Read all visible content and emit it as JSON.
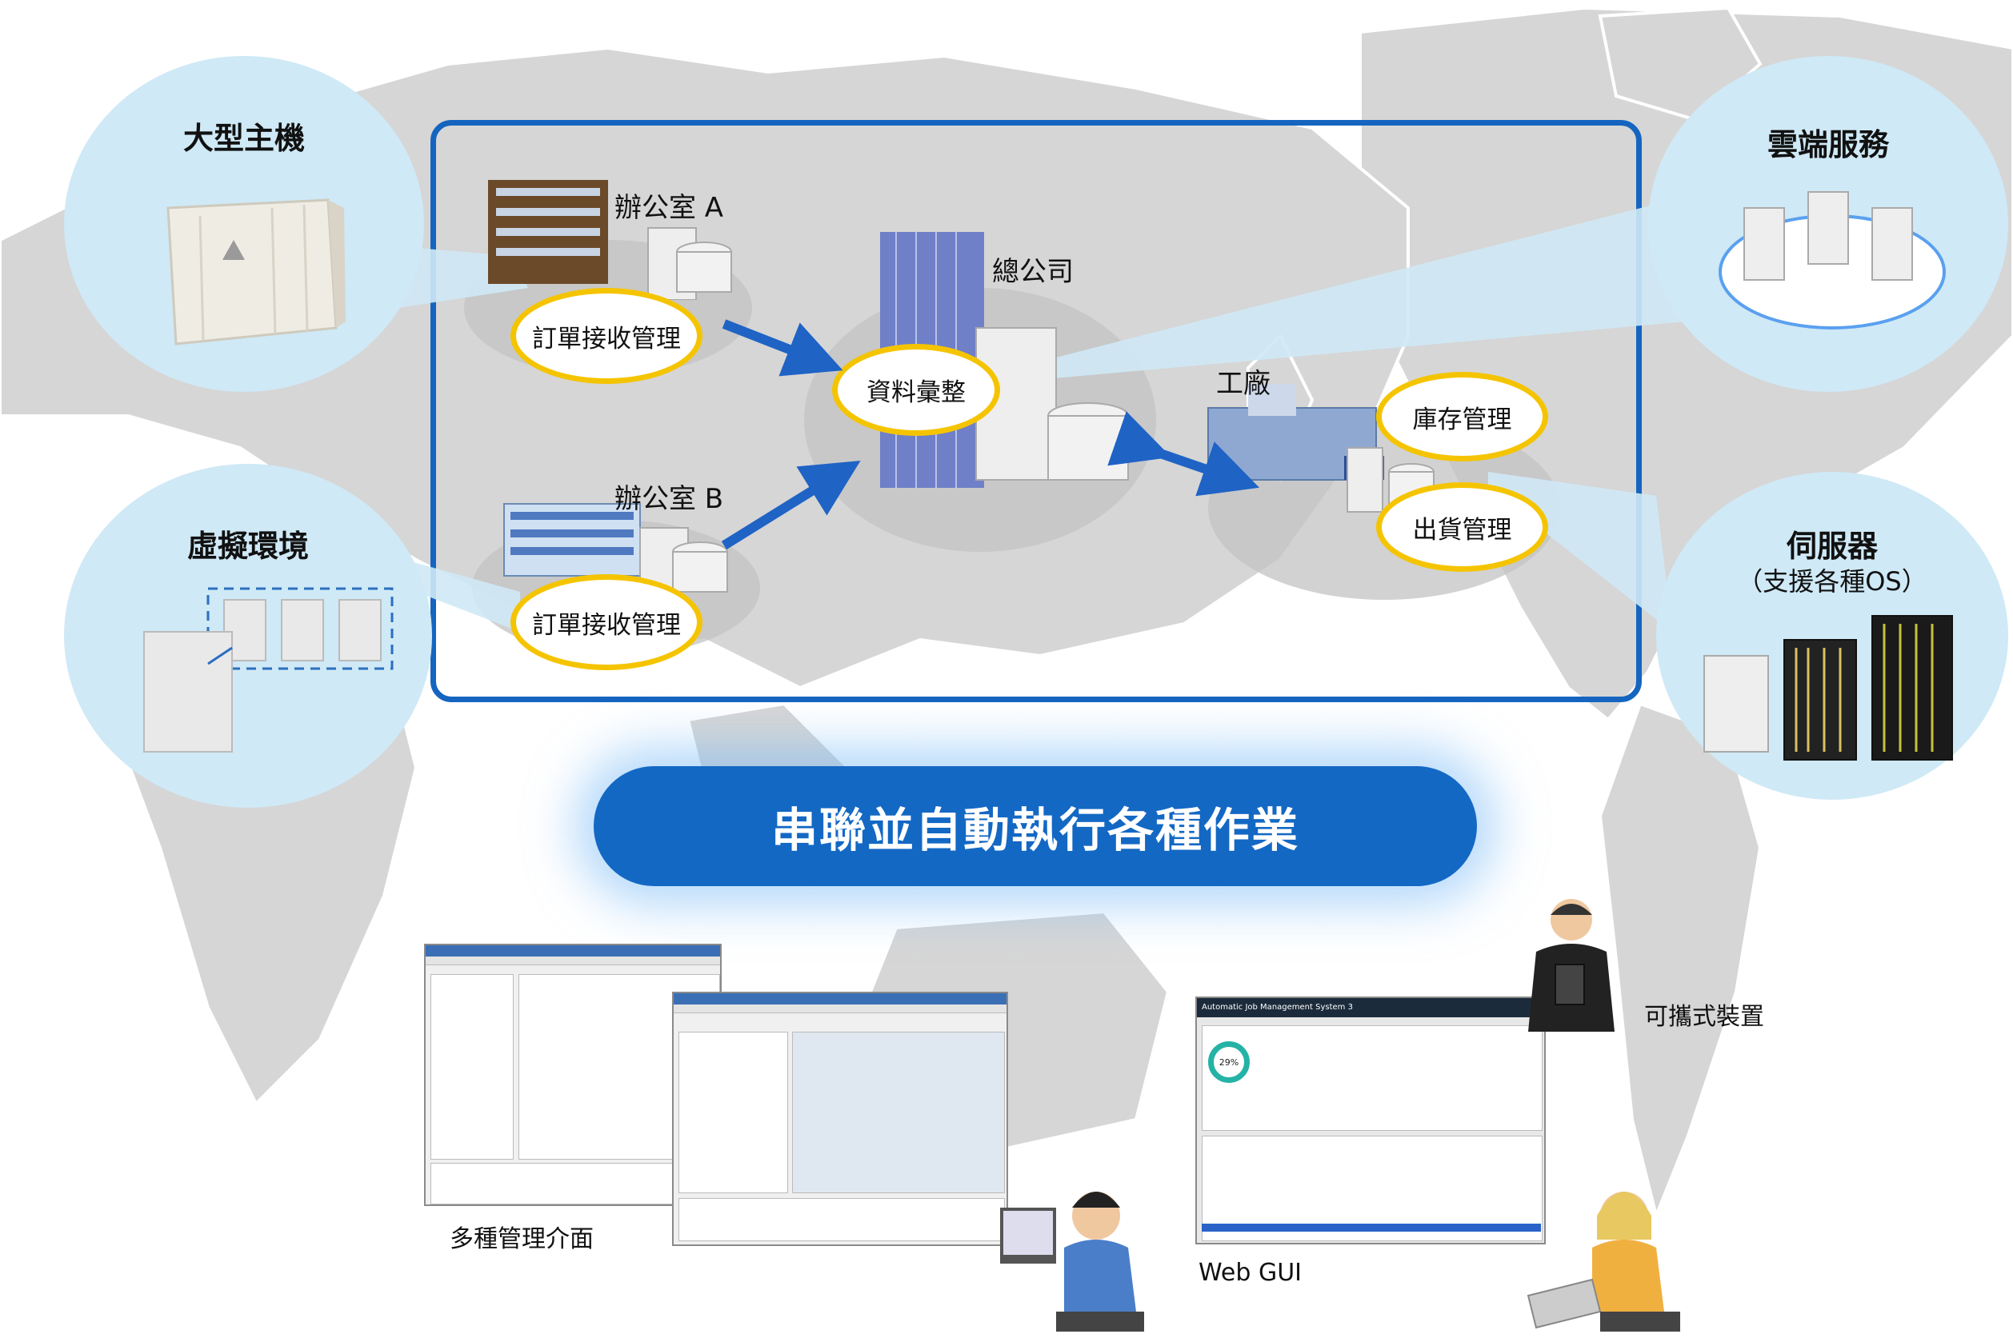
{
  "colors": {
    "frame": "#1565c0",
    "banner": "#1368c4",
    "oval_border": "#f5c400",
    "bubble": "#cfe9f6",
    "map": "#d6d6d6"
  },
  "bubbles": {
    "mainframe": {
      "title": "大型主機"
    },
    "virtual": {
      "title": "虛擬環境"
    },
    "cloud": {
      "title": "雲端服務"
    },
    "server": {
      "title": "伺服器",
      "subtitle": "（支援各種OS）"
    }
  },
  "sites": {
    "office_a": {
      "label": "辦公室 A",
      "task": "訂單接收管理"
    },
    "office_b": {
      "label": "辦公室 B",
      "task": "訂單接收管理"
    },
    "hq": {
      "label": "總公司",
      "task": "資料彙整"
    },
    "factory": {
      "label": "工廠",
      "tasks": [
        "庫存管理",
        "出貨管理"
      ]
    }
  },
  "banner": {
    "text": "串聯並自動執行各種作業"
  },
  "bottom": {
    "multi_ui_caption": "多種管理介面",
    "web_gui_caption": "Web GUI",
    "mobile_caption": "可攜式裝置",
    "web_window_title": "Automatic Job Management System 3",
    "progress_value": "29%"
  }
}
